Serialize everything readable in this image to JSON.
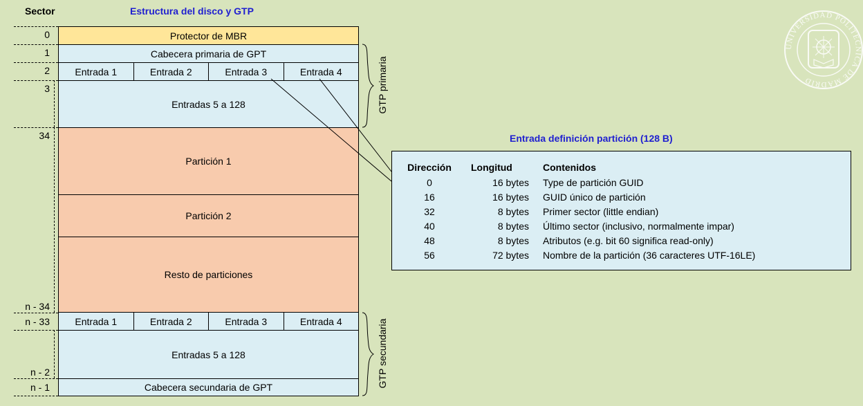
{
  "sector_header": "Sector",
  "disk_title": "Estructura del disco y GTP",
  "entry_title": "Entrada definición partición (128 B)",
  "sector_numbers": {
    "s0": "0",
    "s1": "1",
    "s2": "2",
    "s3": "3",
    "s34": "34",
    "n34": "n - 34",
    "n33": "n - 33",
    "n2": "n - 2",
    "n1": "n - 1"
  },
  "blocks": {
    "mbr": "Protector de MBR",
    "primary_header": "Cabecera primaria de GPT",
    "entries_5_128_primary": "Entradas 5 a 128",
    "partition1": "Partición 1",
    "partition2": "Partición 2",
    "rest": "Resto de particiones",
    "entries_5_128_secondary": "Entradas 5 a 128",
    "secondary_header": "Cabecera secundaria de GPT"
  },
  "entries_primary": [
    "Entrada 1",
    "Entrada 2",
    "Entrada 3",
    "Entrada 4"
  ],
  "entries_secondary": [
    "Entrada 1",
    "Entrada 2",
    "Entrada 3",
    "Entrada 4"
  ],
  "brace_labels": {
    "primary": "GTP primaria",
    "secondary": "GTP secundaria"
  },
  "table": {
    "headers": {
      "address": "Dirección",
      "length": "Longitud",
      "contents": "Contenidos"
    },
    "rows": [
      {
        "address": "0",
        "length": "16 bytes",
        "contents": "Type de partición GUID"
      },
      {
        "address": "16",
        "length": "16 bytes",
        "contents": "GUID único de partición"
      },
      {
        "address": "32",
        "length": "8 bytes",
        "contents": "Primer sector (little endian)"
      },
      {
        "address": "40",
        "length": "8 bytes",
        "contents": "Último sector (inclusivo, normalmente impar)"
      },
      {
        "address": "48",
        "length": "8 bytes",
        "contents": "Atributos (e.g. bit 60 significa read-only)"
      },
      {
        "address": "56",
        "length": "72 bytes",
        "contents": "Nombre de la partición (36 caracteres UTF-16LE)"
      }
    ]
  },
  "seal": {
    "text": "UNIVERSIDAD POLITECNICA DE MADRID",
    "color": "#ffffff"
  },
  "colors": {
    "background": "#d8e4bc",
    "mbr": "#ffe699",
    "gpt": "#dbeef4",
    "partition": "#f8cbad",
    "title": "#1f1fd0"
  }
}
